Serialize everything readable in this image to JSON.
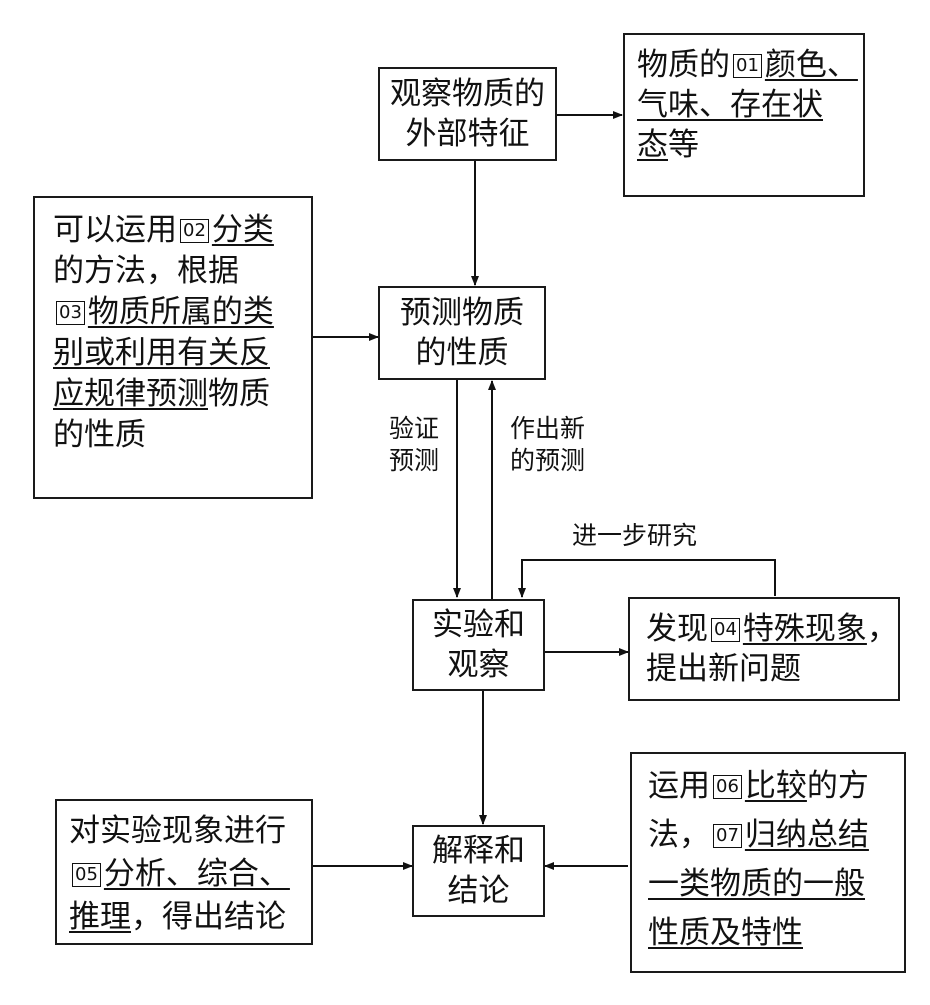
{
  "nodes": {
    "observe": {
      "lines": [
        "观察物质的",
        "外部特征"
      ]
    },
    "predict": {
      "lines": [
        "预测物质",
        "的性质"
      ]
    },
    "experiment": {
      "lines": [
        "实验和",
        "观察"
      ]
    },
    "conclusion": {
      "lines": [
        "解释和",
        "结论"
      ]
    }
  },
  "notes": {
    "color": {
      "num": "01",
      "line1_a": "颜色、",
      "line2": "气味、存在状",
      "line3_a": "态",
      "line3_b": "等",
      "line1_prefix": "物质的"
    },
    "classify": {
      "l1_prefix": "可以运用",
      "l1_num": "02",
      "l1_ul": "分类",
      "l2": "的方法，根据",
      "l3_num": "03",
      "l3_ul": "物质所属的类",
      "l4_ul": "别或利用有关反",
      "l5_ul": "应规律预测",
      "l5_rest": "物质",
      "l6": "的性质"
    },
    "discover": {
      "l1_prefix": "发现",
      "l1_num": "04",
      "l1_ul": "特殊现象",
      "l1_end": "，",
      "l2": "提出新问题"
    },
    "analyze": {
      "l1": "对实验现象进行",
      "l2_num": "05",
      "l2_ul": "分析、综合、",
      "l3_ul": "推理",
      "l3_rest": "，得出结论"
    },
    "compare": {
      "l1_prefix": "运用",
      "l1_num": "06",
      "l1_ul": "比较",
      "l1_rest": "的方",
      "l2_prefix": "法，",
      "l2_num": "07",
      "l2_ul": "归纳总结",
      "l3_ul": "一类物质的一般",
      "l4_ul": "性质及特性"
    }
  },
  "edge_labels": {
    "verify": [
      "验证",
      "预测"
    ],
    "new_prediction": [
      "作出新",
      "的预测"
    ],
    "further": "进一步研究"
  }
}
